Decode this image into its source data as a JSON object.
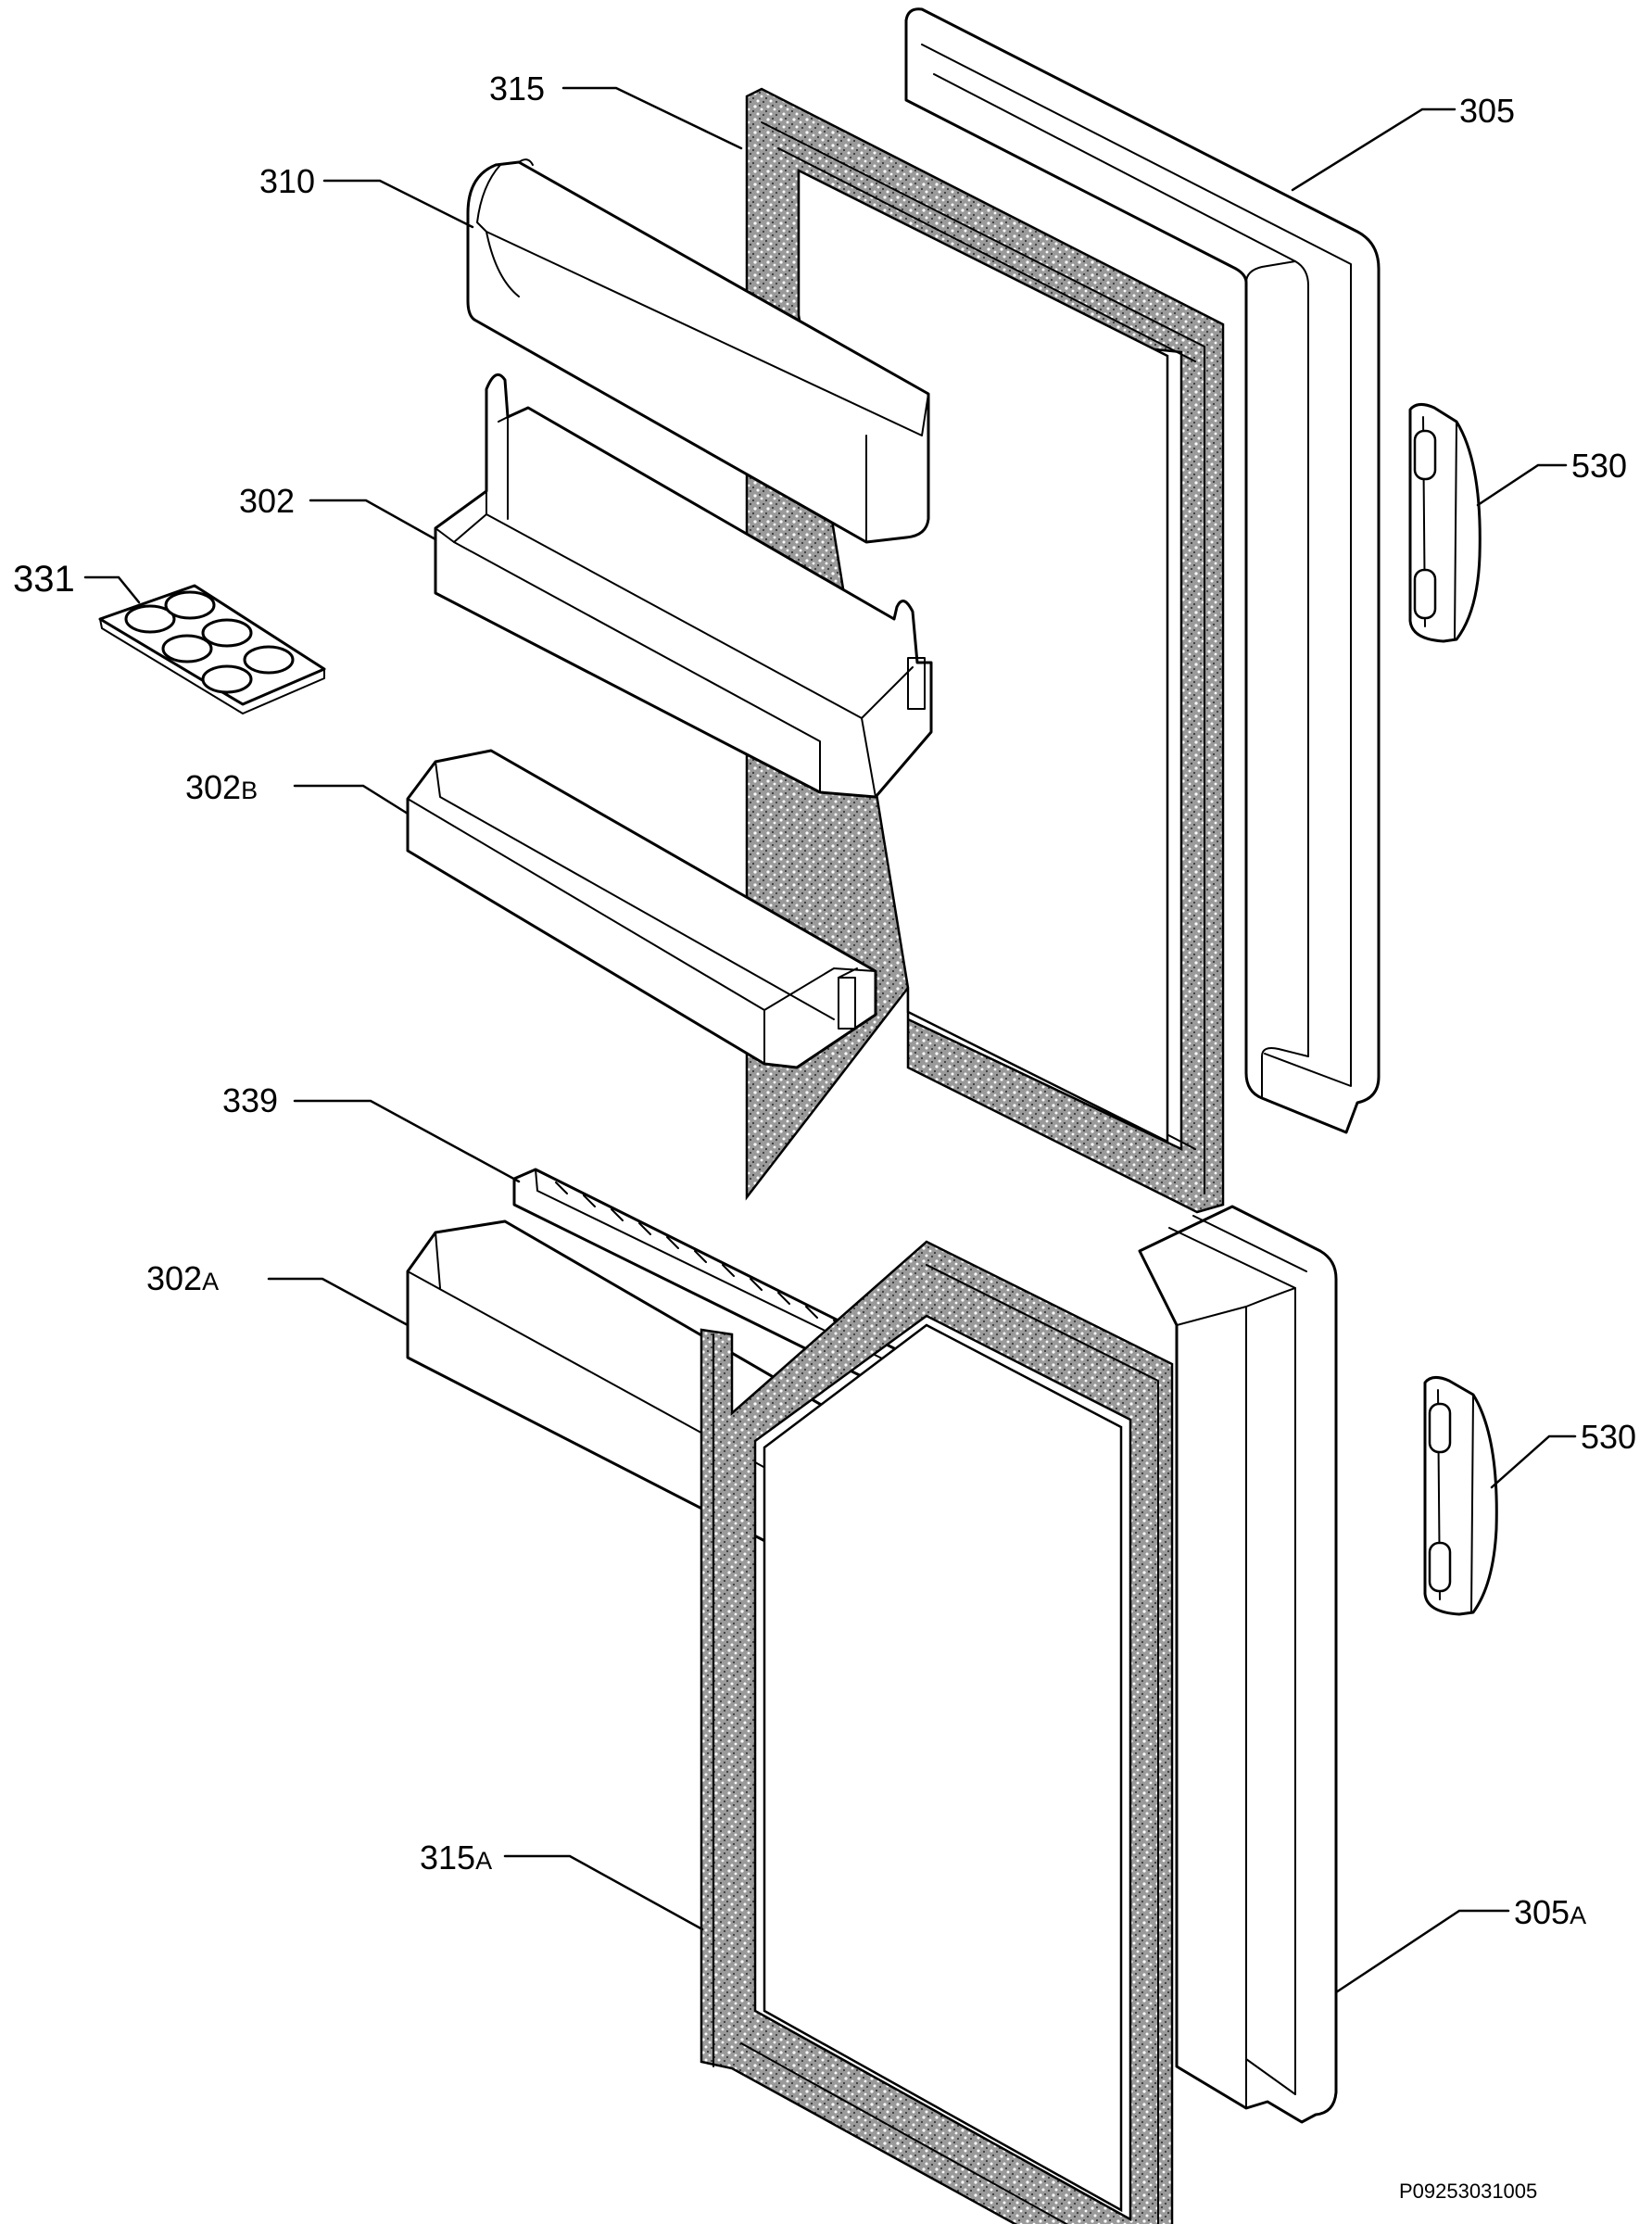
{
  "callouts": [
    {
      "id": "305",
      "num": "305",
      "suffix": ""
    },
    {
      "id": "315",
      "num": "315",
      "suffix": ""
    },
    {
      "id": "310",
      "num": "310",
      "suffix": ""
    },
    {
      "id": "302",
      "num": "302",
      "suffix": ""
    },
    {
      "id": "331",
      "num": "331",
      "suffix": ""
    },
    {
      "id": "530-upper",
      "num": "530",
      "suffix": ""
    },
    {
      "id": "302B",
      "num": "302",
      "suffix": "B"
    },
    {
      "id": "339",
      "num": "339",
      "suffix": ""
    },
    {
      "id": "302A",
      "num": "302",
      "suffix": "A"
    },
    {
      "id": "530-lower",
      "num": "530",
      "suffix": ""
    },
    {
      "id": "315A",
      "num": "315",
      "suffix": "A"
    },
    {
      "id": "305A",
      "num": "305",
      "suffix": "A"
    }
  ],
  "drawing_code": "P09253031005",
  "colors": {
    "line": "#000000",
    "background": "#ffffff"
  }
}
